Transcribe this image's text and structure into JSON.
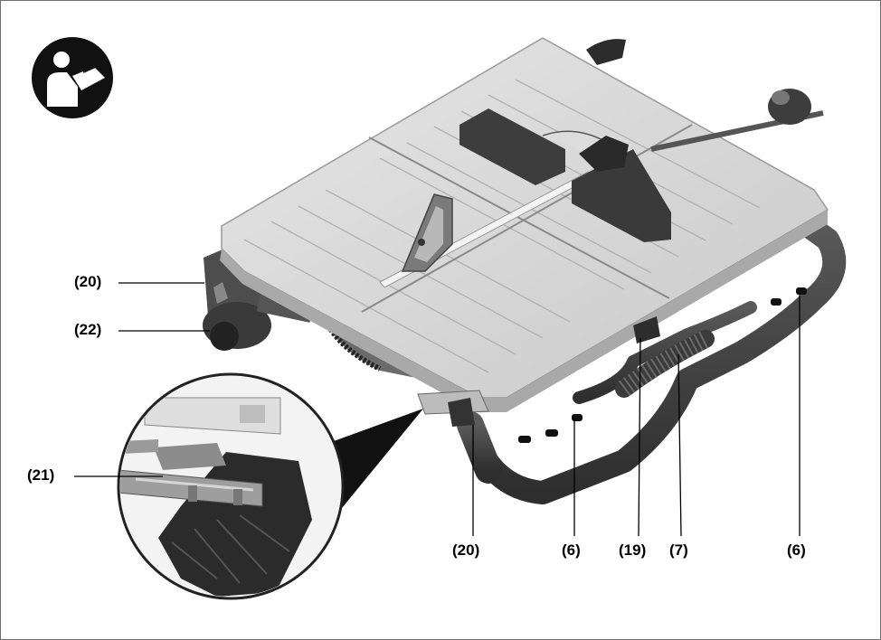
{
  "icon": {
    "name": "read-manual-icon"
  },
  "callouts": [
    {
      "id": "c20a",
      "text": "(20)"
    },
    {
      "id": "c22",
      "text": "(22)"
    },
    {
      "id": "c21",
      "text": "(21)"
    },
    {
      "id": "c20b",
      "text": "(20)"
    },
    {
      "id": "c6a",
      "text": "(6)"
    },
    {
      "id": "c19",
      "text": "(19)"
    },
    {
      "id": "c7",
      "text": "(7)"
    },
    {
      "id": "c6b",
      "text": "(6)"
    }
  ]
}
